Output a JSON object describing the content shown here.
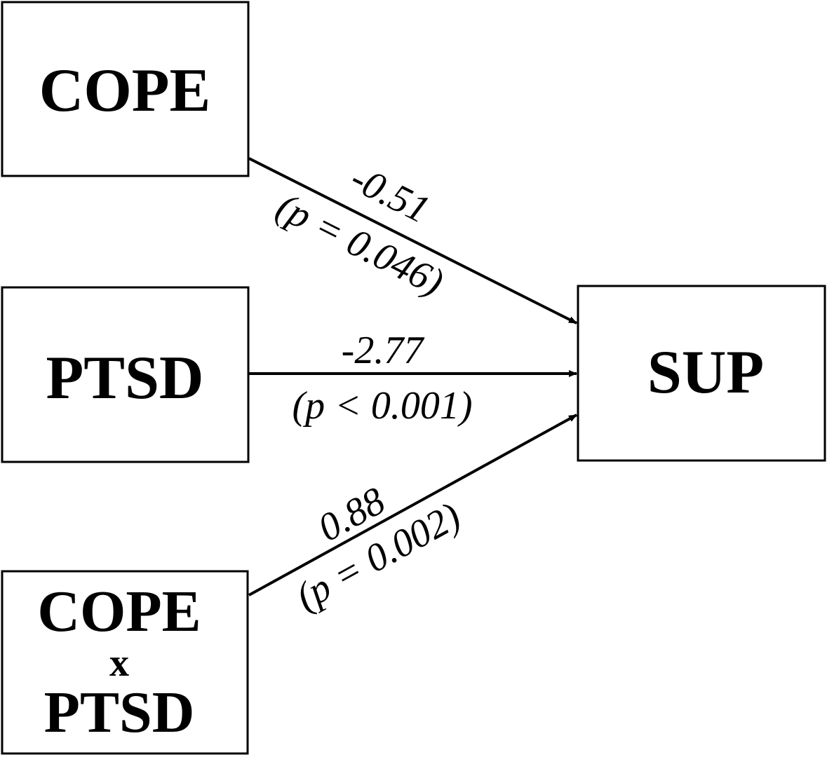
{
  "nodes": {
    "cope": {
      "label": "COPE"
    },
    "ptsd": {
      "label": "PTSD"
    },
    "interaction": {
      "line1": "COPE",
      "line2": "x",
      "line3": "PTSD"
    },
    "sup": {
      "label": "SUP"
    }
  },
  "edges": {
    "cope_to_sup": {
      "coef": "-0.51",
      "pvalue": "(p = 0.046)"
    },
    "ptsd_to_sup": {
      "coef": "-2.77",
      "pvalue": "(p < 0.001)"
    },
    "interaction_to_sup": {
      "coef": "0.88",
      "pvalue": "(p = 0.002)"
    }
  }
}
